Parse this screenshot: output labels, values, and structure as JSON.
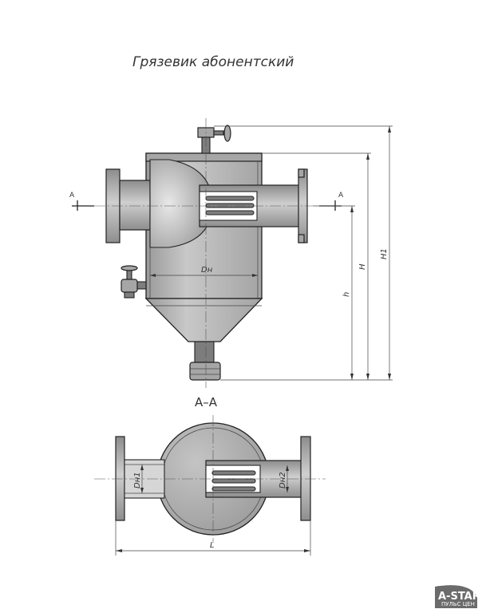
{
  "title": "Грязевик абонентский",
  "section_title": "А–А",
  "section_markers": [
    "A",
    "A"
  ],
  "dimension_labels": {
    "diameter": "Dн",
    "inlet_diameter": "Dн1",
    "outlet_diameter": "Dн2",
    "length": "L",
    "height": "H",
    "height_low": "h",
    "height_total": "H1"
  },
  "watermark": {
    "brand": "A-STAR",
    "sub": "ПУЛЬС ЦЕН"
  }
}
